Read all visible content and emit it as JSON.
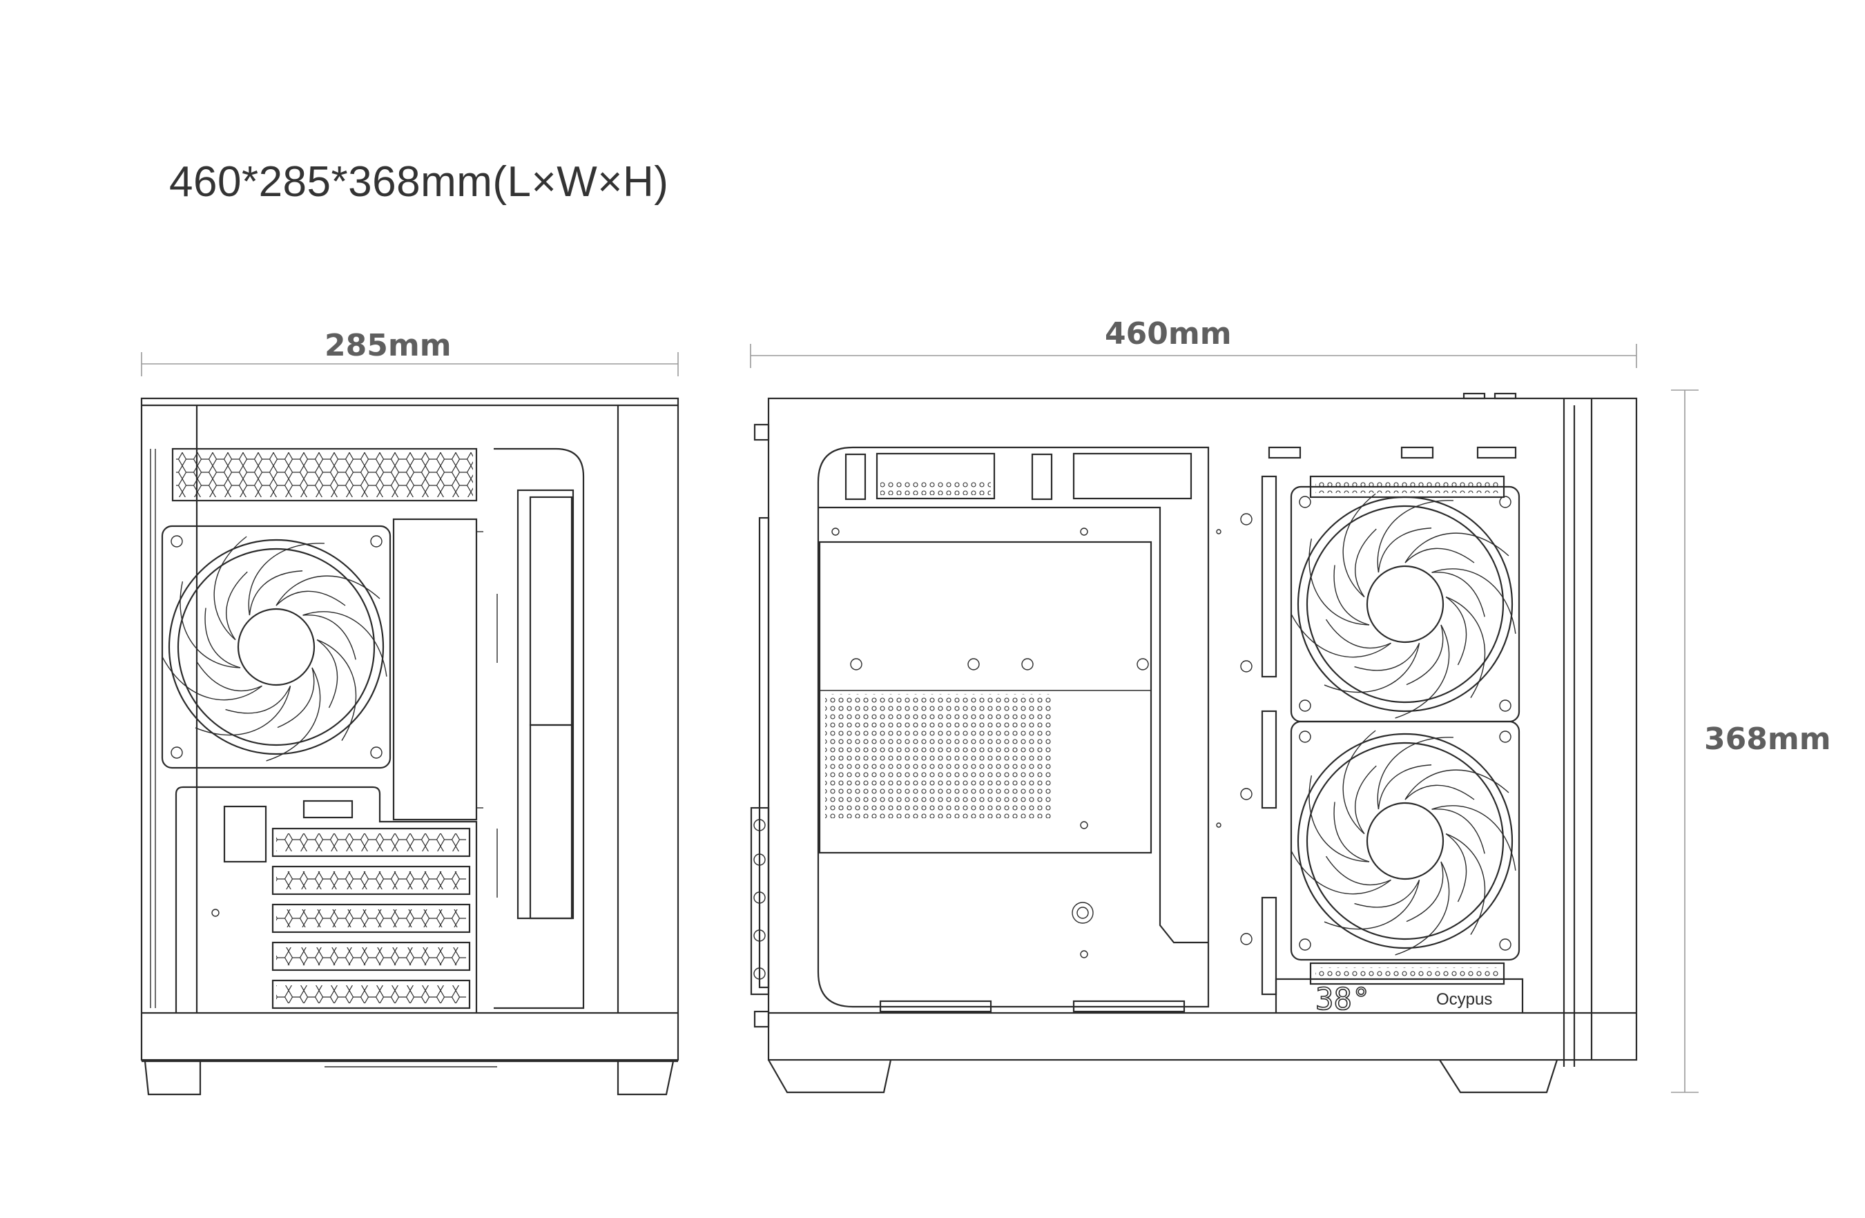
{
  "title": "460*285*368mm(L×W×H)",
  "dimensions": {
    "width": "285mm",
    "length": "460mm",
    "height": "368mm"
  },
  "front_panel": {
    "display_text": "38°",
    "brand": "Ocypus"
  },
  "colors": {
    "line": "#2a2a2a",
    "dimension_line": "#9a9a9a",
    "dimension_text": "#5f5f5f",
    "title_text": "#333333"
  },
  "views": [
    "front-view",
    "side-view"
  ]
}
